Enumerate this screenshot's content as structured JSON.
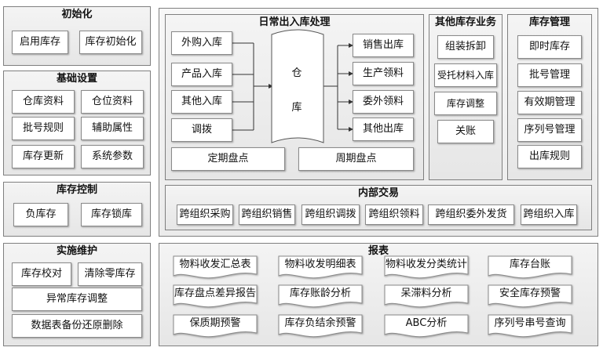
{
  "init": {
    "title": "初始化",
    "enable": "启用库存",
    "initialize": "库存初始化"
  },
  "basic": {
    "title": "基础设置",
    "warehouse": "仓库资料",
    "location": "仓位资料",
    "batch_rule": "批号规则",
    "aux_attr": "辅助属性",
    "stock_update": "库存更新",
    "sys_param": "系统参数"
  },
  "control": {
    "title": "库存控制",
    "negative": "负库存",
    "lock": "库存锁库"
  },
  "maintain": {
    "title": "实施维护",
    "check": "库存校对",
    "clear_zero": "清除零库存",
    "abnormal_adjust": "异常库存调整",
    "backup": "数据表备份还原删除"
  },
  "daily": {
    "title": "日常出入库处理",
    "in": [
      "外购入库",
      "产品入库",
      "其他入库",
      "调拨"
    ],
    "out": [
      "销售出库",
      "生产领料",
      "委外领料",
      "其他出库"
    ],
    "warehouse_chars": [
      "仓",
      "库"
    ],
    "periodic": "定期盘点",
    "cyclic": "周期盘点"
  },
  "other": {
    "title": "其他库存业务",
    "assembly": "组装拆卸",
    "consigned": "受托材料入库",
    "adjust": "库存调整",
    "close": "关账"
  },
  "mgmt": {
    "title": "库存管理",
    "realtime": "即时库存",
    "batch": "批号管理",
    "expiry": "有效期管理",
    "serial": "序列号管理",
    "out_rule": "出库规则"
  },
  "internal": {
    "title": "内部交易",
    "items": [
      "跨组织采购",
      "跨组织销售",
      "跨组织调拨",
      "跨组织领料",
      "跨组织委外发货",
      "跨组织入库"
    ]
  },
  "reports": {
    "title": "报表",
    "items": [
      "物料收发汇总表",
      "物料收发明细表",
      "物料收发分类统计",
      "库存台账",
      "库存盘点差异报告",
      "库存账龄分析",
      "呆滞料分析",
      "安全库存预警",
      "保质期预警",
      "库存负结余预警",
      "ABC分析",
      "序列号串号查询"
    ]
  }
}
